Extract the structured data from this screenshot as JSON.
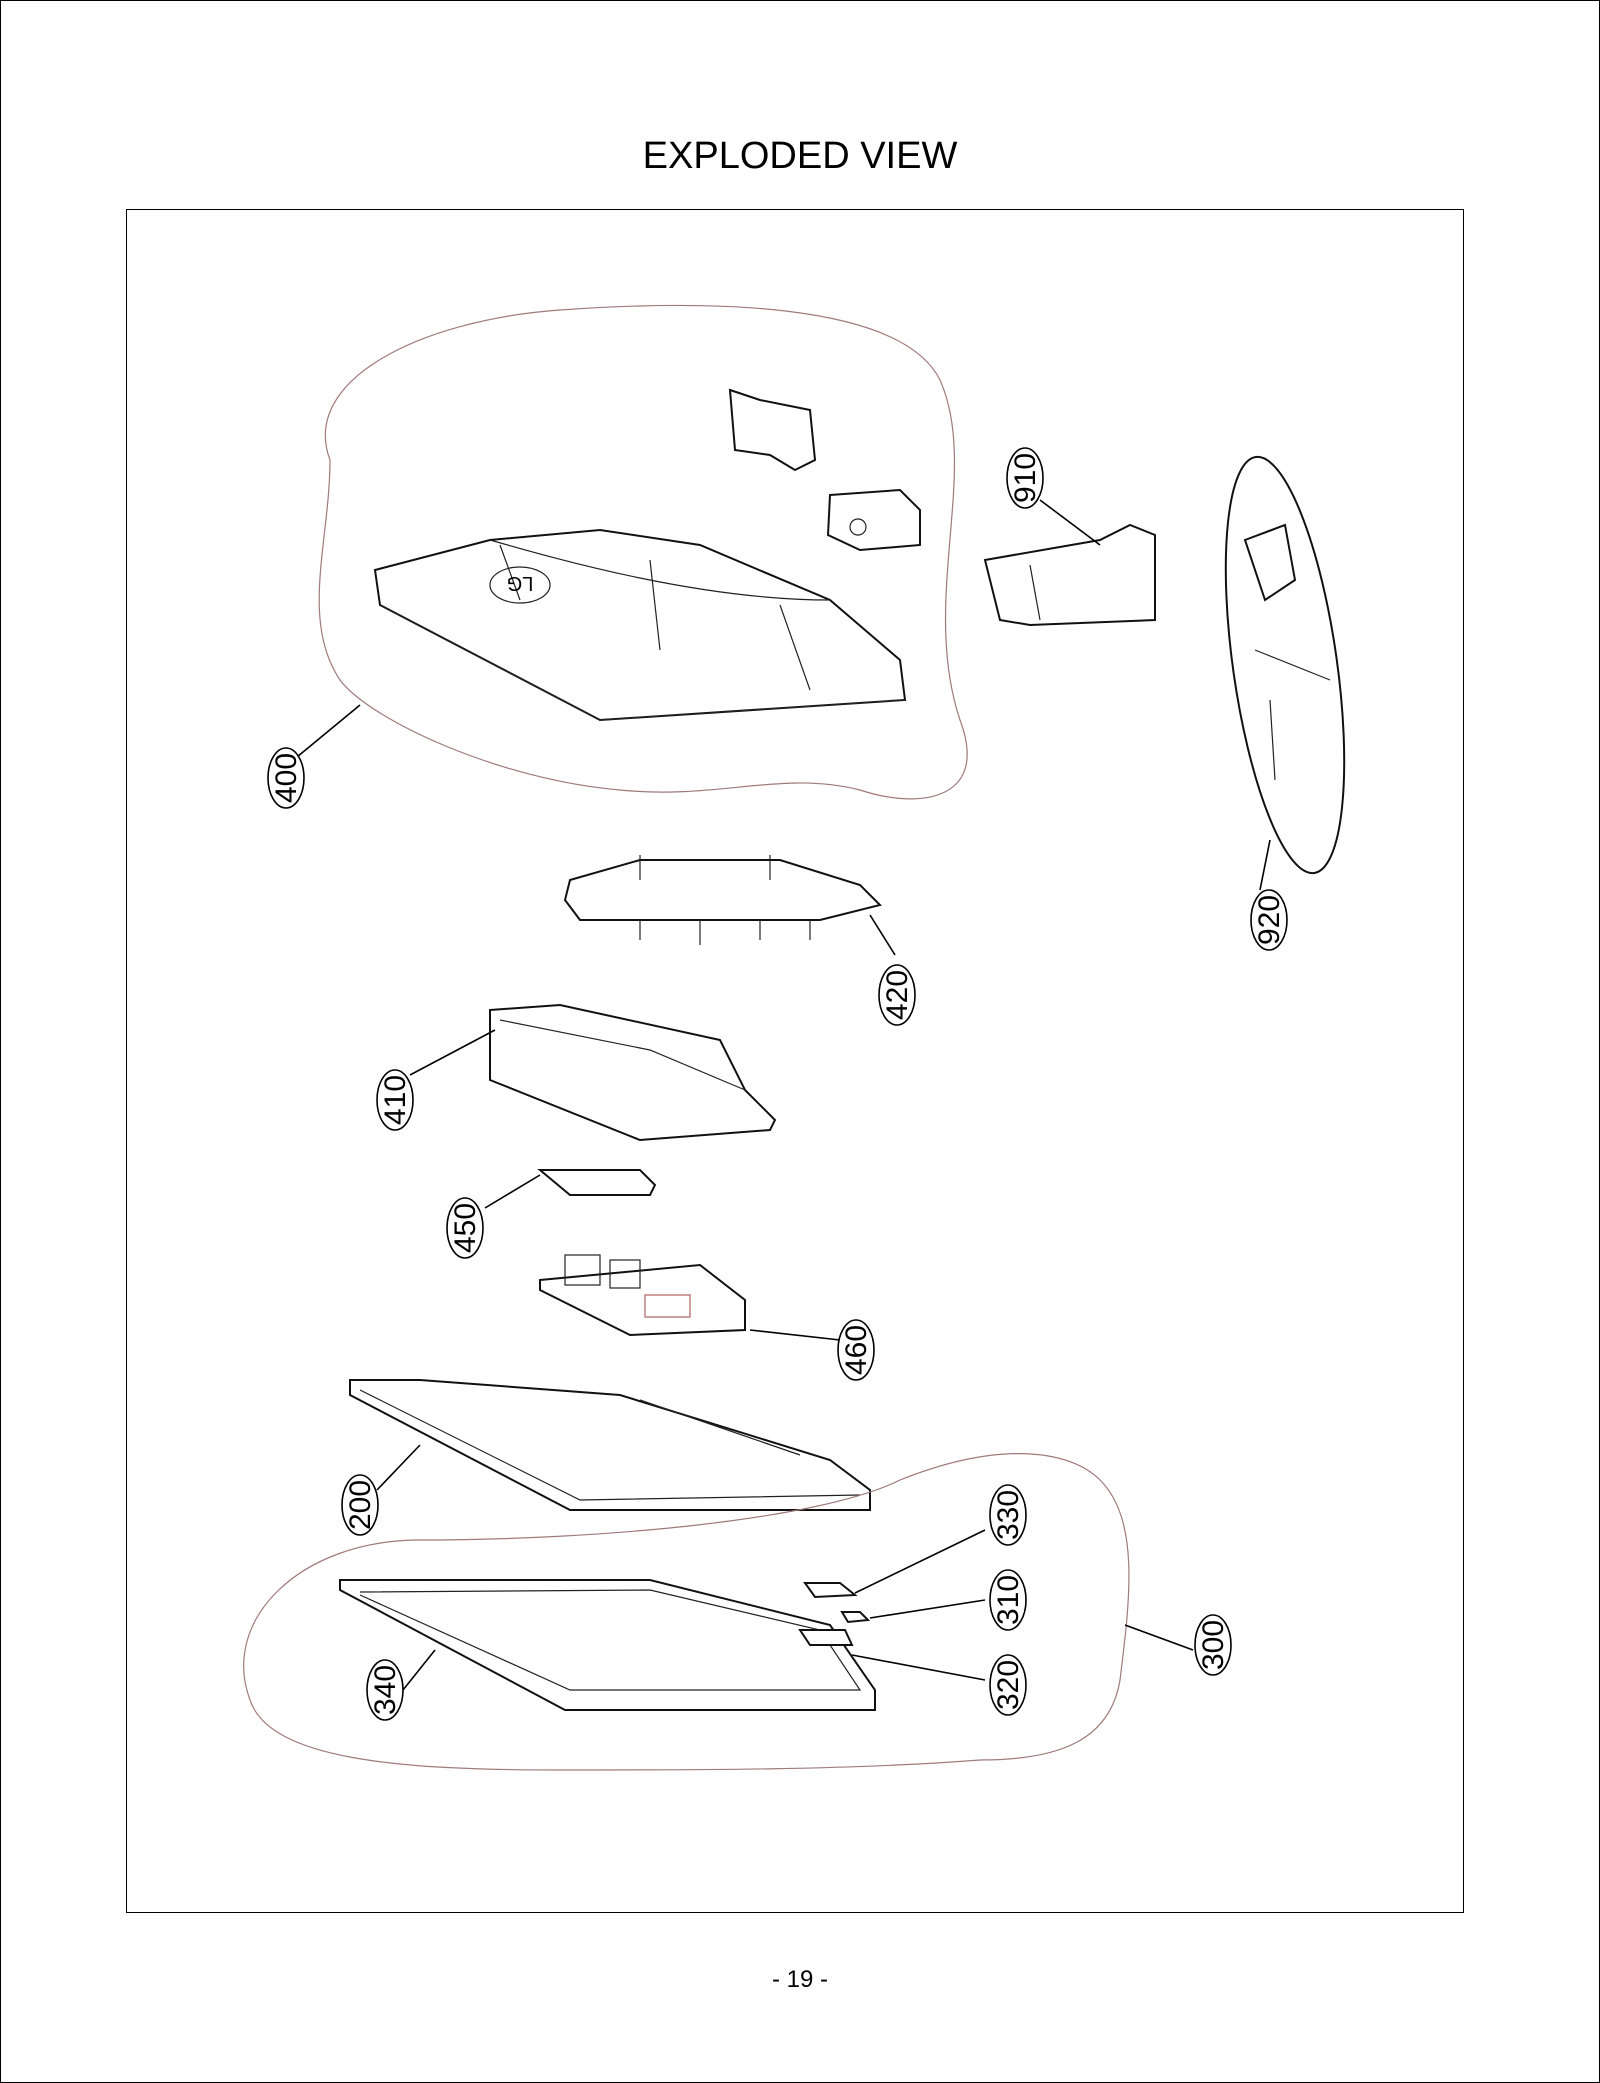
{
  "page": {
    "title": "EXPLODED VIEW",
    "page_number": "- 19 -"
  },
  "callouts": {
    "c400": "400",
    "c910": "910",
    "c920": "920",
    "c420": "420",
    "c410": "410",
    "c450": "450",
    "c460": "460",
    "c200": "200",
    "c330": "330",
    "c310": "310",
    "c320": "320",
    "c300": "300",
    "c340": "340"
  },
  "logo_text": "LG"
}
